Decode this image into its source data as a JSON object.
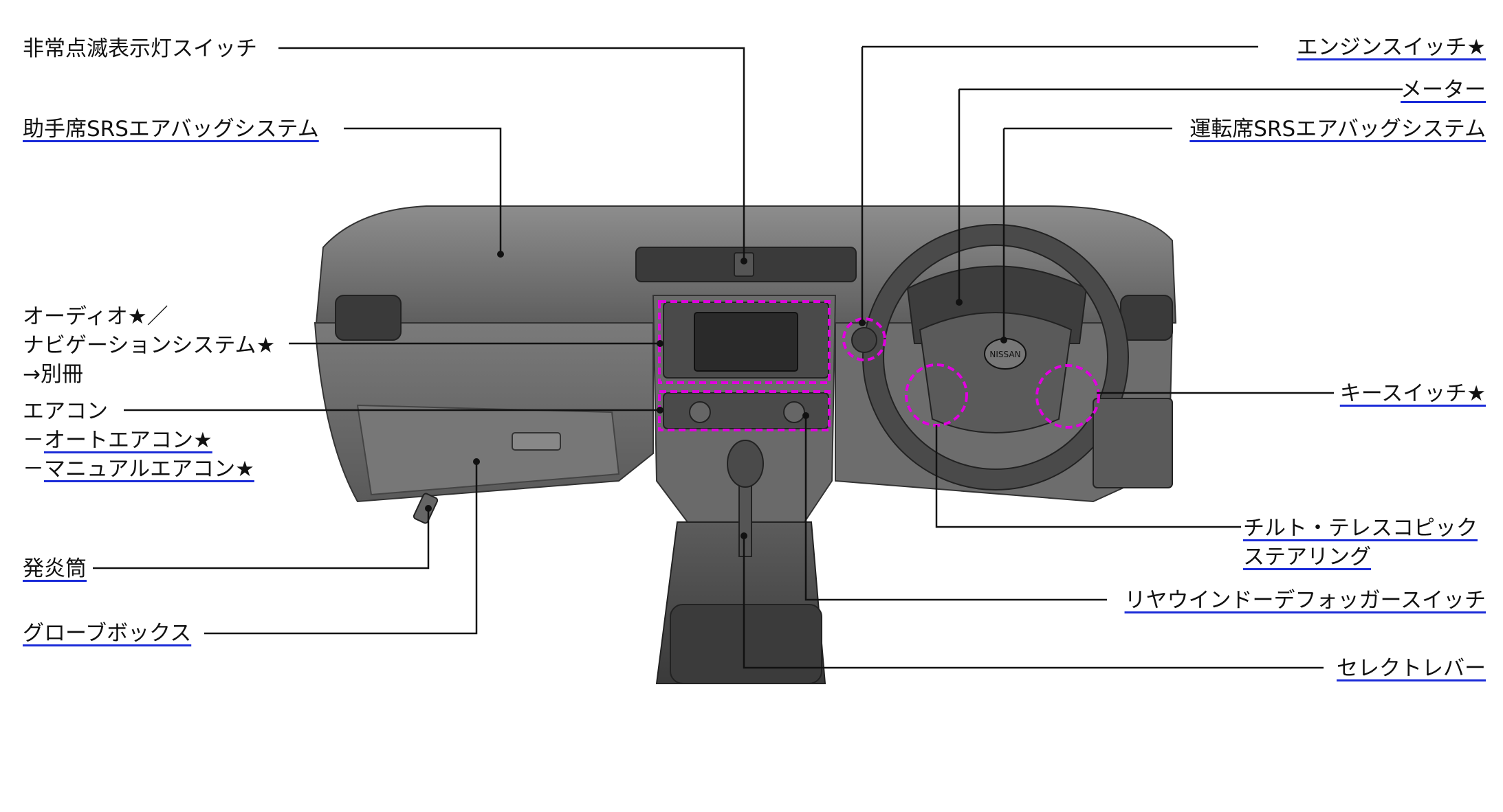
{
  "colors": {
    "link_underline": "#1a2bd8",
    "callout_circle": "#e000e0",
    "leader_line": "#111111",
    "dashboard": "#8a8a8a"
  },
  "labels": {
    "hazard": "非常点滅表示灯スイッチ",
    "passenger_airbag": "助手席SRSエアバッグシステム",
    "audio_line1": "オーディオ★／",
    "audio_line2": "ナビゲーションシステム★",
    "audio_line3": "→別冊",
    "aircon": "エアコン",
    "auto_aircon": "オートエアコン★",
    "manual_aircon": "マニュアルエアコン★",
    "flare": "発炎筒",
    "glovebox": "グローブボックス",
    "engine_switch": "エンジンスイッチ★",
    "meter": "メーター",
    "driver_airbag": "運転席SRSエアバッグシステム",
    "key_switch": "キースイッチ★",
    "tilt_line1": "チルト・テレスコピック",
    "tilt_line2": "ステアリング",
    "rear_defogger": "リヤウインドーデフォッガースイッチ",
    "select_lever": "セレクトレバー",
    "dash_prefix": "－",
    "badge": "NISSAN"
  }
}
